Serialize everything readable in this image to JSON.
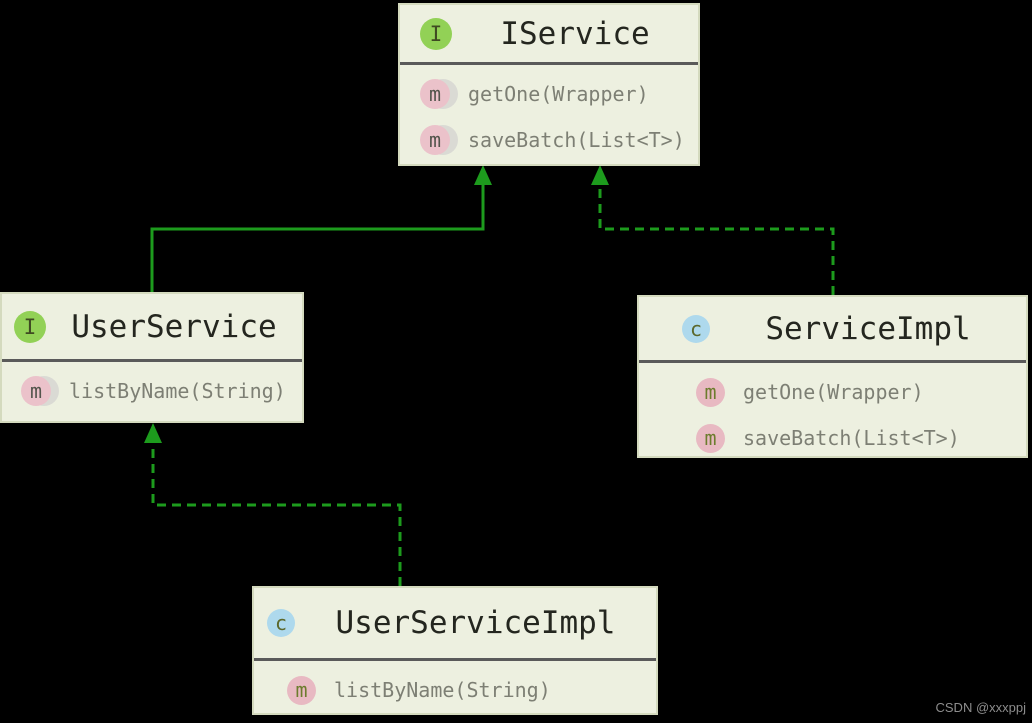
{
  "watermark": "CSDN @xxxppj",
  "diagram": {
    "colors": {
      "background": "#000000",
      "edge": "#1d9b1d",
      "box_fill": "#edf0e0",
      "box_border": "#d4dabe",
      "separator": "#5a5a5a",
      "interface_badge": "#92d156",
      "class_badge": "#aed9ed",
      "method_badge_pink": "#e8b9c2",
      "method_badge_gray": "#dadad4",
      "title_text": "#24261f",
      "method_text": "#7d7f74"
    },
    "badge_letters": {
      "interface": "I",
      "class": "c",
      "method": "m"
    },
    "classes": [
      {
        "name": "IService",
        "kind": "interface",
        "methods": [
          "getOne(Wrapper)",
          "saveBatch(List<T>)"
        ]
      },
      {
        "name": "UserService",
        "kind": "interface",
        "methods": [
          "listByName(String)"
        ]
      },
      {
        "name": "ServiceImpl",
        "kind": "class",
        "methods": [
          "getOne(Wrapper)",
          "saveBatch(List<T>)"
        ]
      },
      {
        "name": "UserServiceImpl",
        "kind": "class",
        "methods": [
          "listByName(String)"
        ]
      }
    ],
    "relations": [
      {
        "from": "UserService",
        "to": "IService",
        "type": "extends",
        "line": "solid"
      },
      {
        "from": "ServiceImpl",
        "to": "IService",
        "type": "implements",
        "line": "dashed"
      },
      {
        "from": "UserServiceImpl",
        "to": "UserService",
        "type": "implements",
        "line": "dashed"
      }
    ]
  }
}
